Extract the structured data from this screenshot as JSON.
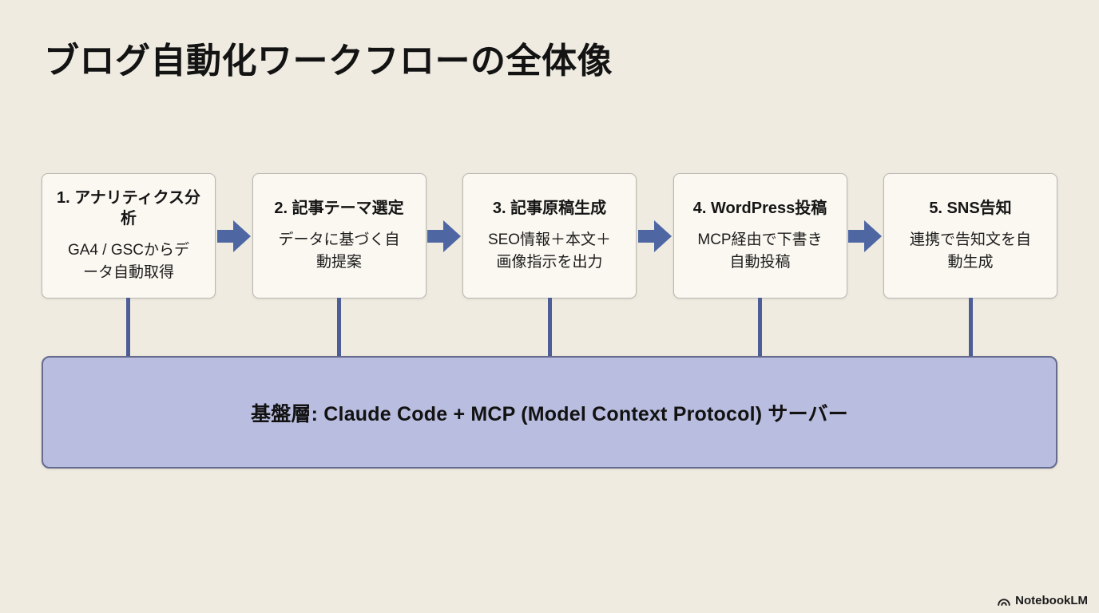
{
  "title": "ブログ自動化ワークフローの全体像",
  "steps": [
    {
      "title": "1. アナリティクス分析",
      "description": "GA4 / GSCからデータ自動取得"
    },
    {
      "title": "2. 記事テーマ選定",
      "description": "データに基づく自動提案"
    },
    {
      "title": "3. 記事原稿生成",
      "description": "SEO情報＋本文＋画像指示を出力"
    },
    {
      "title": "4. WordPress投稿",
      "description": "MCP経由で下書き自動投稿"
    },
    {
      "title": "5. SNS告知",
      "description": "連携で告知文を自動生成"
    }
  ],
  "foundation": {
    "label": "基盤層: Claude Code + MCP (Model Context Protocol) サーバー"
  },
  "brand": {
    "label": "NotebookLM"
  },
  "icons": {
    "arrow": "arrow-right-icon",
    "logo": "notebooklm-icon"
  },
  "colors": {
    "background": "#EFEBE1",
    "box_fill": "#FAF8F1",
    "box_border": "#B9B7B1",
    "arrow": "#4E67A3",
    "connector": "#4D5D97",
    "bar_fill": "#B9BDDF",
    "bar_border": "#646B8E",
    "text": "#141414"
  }
}
